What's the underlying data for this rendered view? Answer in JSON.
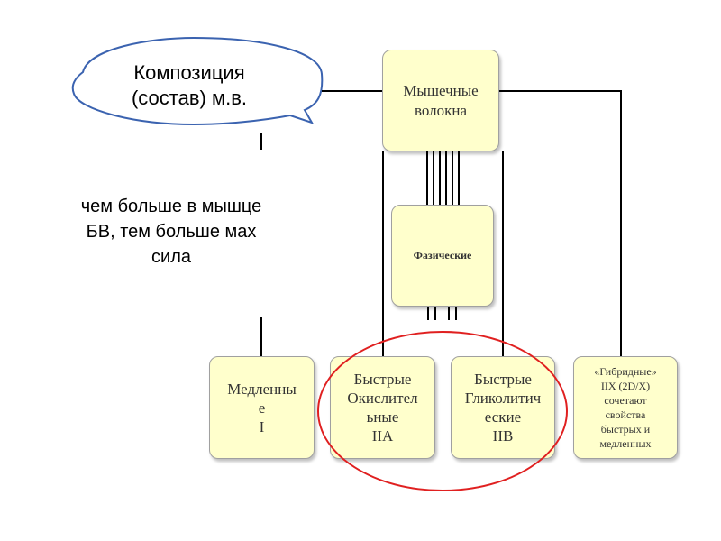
{
  "bubble": {
    "text": "Композиция\n(состав) м.в."
  },
  "note": {
    "text": "чем больше в мышце\nБВ, тем больше мах\nсила"
  },
  "nodes": {
    "top": "Мышечные\nволокна",
    "phasic": "Фазические",
    "slow": "Медленны\nе\nI",
    "oxidative": "Быстрые\nОкислител\nьные\nIIA",
    "glycolytic": "Быстрые\nГликолитич\nеские\nIIB",
    "hybrid": "«Гибридные»\nIIX (2D/X)\nсочетают\nсвойства\nбыстрых и\nмедленных"
  },
  "colors": {
    "box_fill": "#ffffcc",
    "highlight_oval": "#e02020"
  }
}
